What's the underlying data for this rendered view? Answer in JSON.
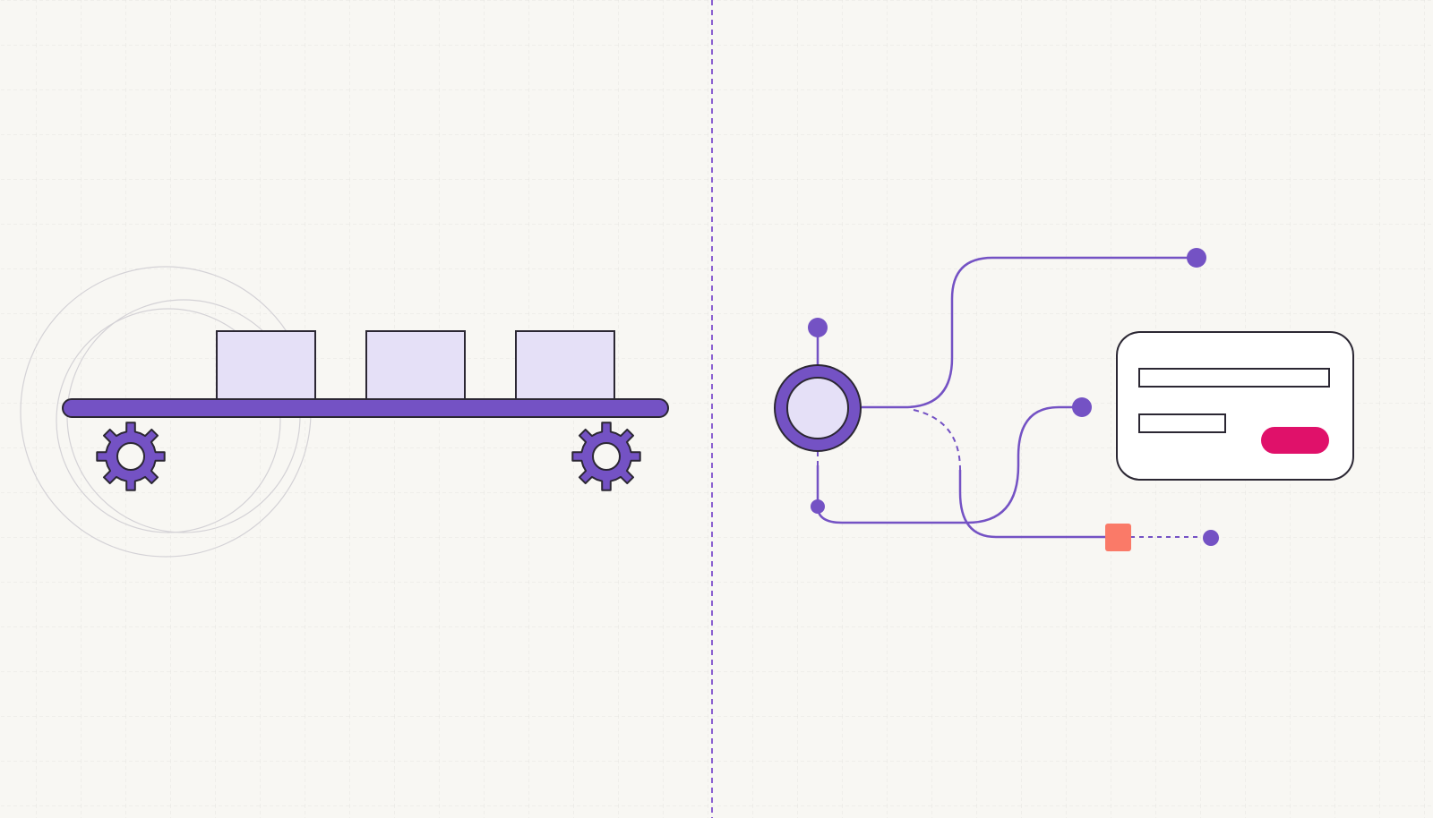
{
  "colors": {
    "background": "#f8f7f3",
    "grid": "#e6e4e0",
    "divider": "#8a5fd0",
    "accent_purple": "#7452c4",
    "light_lavender": "#e5e0f7",
    "outline": "#2b2733",
    "sketch": "#d4d2d6",
    "magenta": "#e0116a",
    "coral": "#fa7a68",
    "card_fill": "#ffffff"
  },
  "icons": {
    "left_scene": "conveyor-belt",
    "wheels": "gear-icon",
    "right_scene": "branching-connector",
    "hub": "circle-node-icon",
    "endpoint": "dot-icon",
    "marker": "square-marker-icon",
    "form": "form-card-icon"
  },
  "scene": {
    "conveyor": {
      "box_count": 3,
      "gear_count": 2
    },
    "network": {
      "endpoint_count": 5,
      "form_fields": 2,
      "form_buttons": 1
    }
  }
}
